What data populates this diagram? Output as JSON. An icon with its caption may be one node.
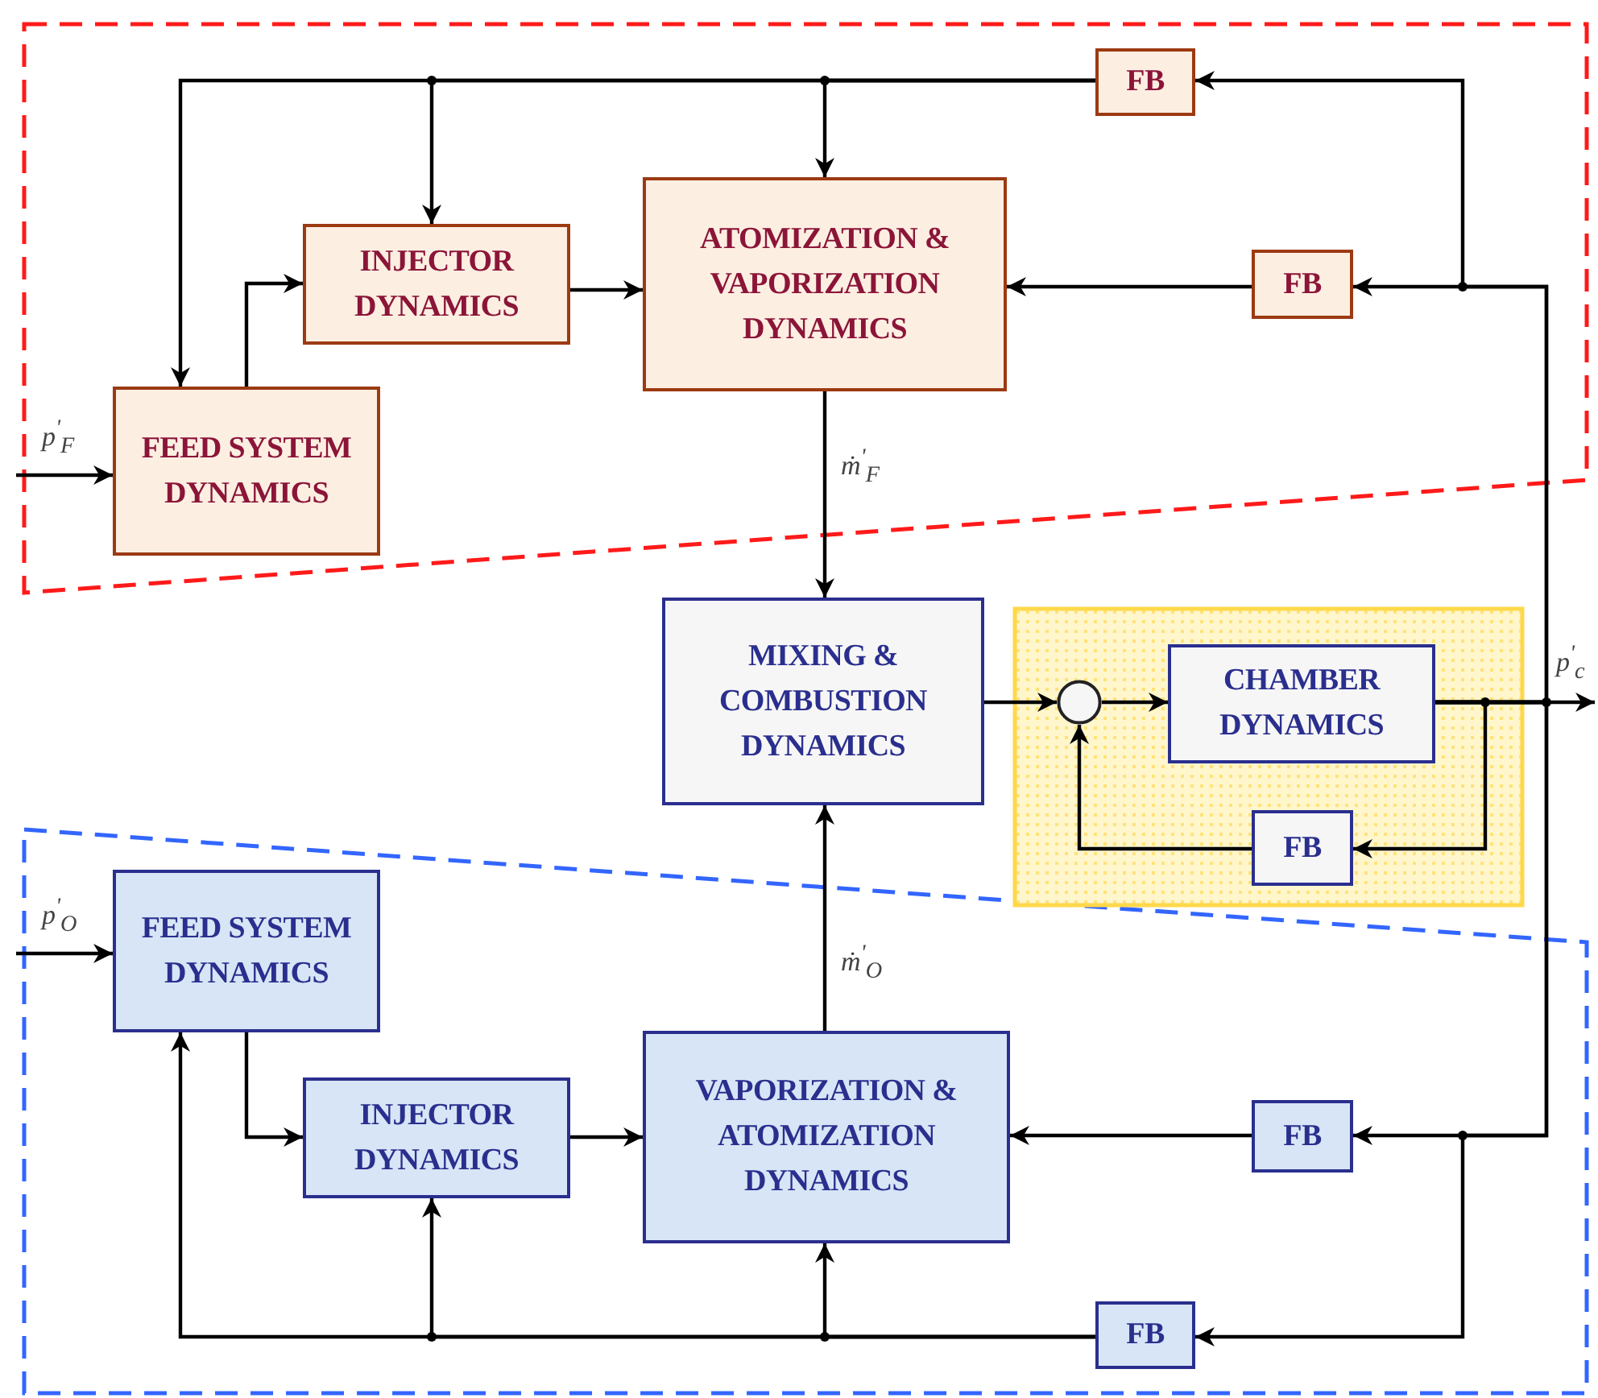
{
  "diagram": {
    "nodes": [
      {
        "text": [
          "FEED SYSTEM DYNAMICS"
        ]
      },
      {
        "text": [
          "INJECTOR DYNAMICS"
        ]
      },
      {
        "text": [
          "ATOMIZATION & VAPORIZATION DYNAMICS"
        ]
      },
      {
        "text": [
          "FB"
        ]
      },
      {
        "text": [
          "FB"
        ]
      },
      {
        "text": [
          "MIXING & COMBUSTION DYNAMICS"
        ]
      },
      {
        "text": [],
        "shape": "circle"
      },
      {
        "text": [
          "CHAMBER DYNAMICS"
        ]
      },
      {
        "text": [
          "FB"
        ]
      },
      {
        "text": [
          "FEED SYSTEM DYNAMICS"
        ]
      },
      {
        "text": [
          "INJECTOR DYNAMICS"
        ]
      },
      {
        "text": [
          "VAPORIZATION & ATOMIZATION DYNAMICS"
        ]
      },
      {
        "text": [
          "FB"
        ]
      },
      {
        "text": [
          "FB"
        ]
      }
    ],
    "edges": [
      {
        "from": null,
        "to": 0,
        "arrow": "to",
        "label": "p$^{'}$$_{F}$"
      },
      {
        "from": 0,
        "to": 1,
        "arrow": "to"
      },
      {
        "from": 1,
        "to": 2,
        "arrow": "to"
      },
      {
        "from": 2,
        "to": 5,
        "arrow": "to",
        "label": "ṁ$^{'}$$_{F}$"
      },
      {
        "from": 5,
        "to": 6,
        "arrow": "to"
      },
      {
        "from": 6,
        "to": 7,
        "arrow": "to"
      },
      {
        "from": 7,
        "to": null,
        "arrow": "to",
        "label": "p$^{'}$$_{c}$"
      },
      {
        "from": 7,
        "to": 8,
        "arrow": "to"
      },
      {
        "from": 8,
        "to": 6,
        "arrow": "to"
      },
      {
        "from": 7,
        "to": 4,
        "arrow": "to"
      },
      {
        "from": 7,
        "to": 3,
        "arrow": "to"
      },
      {
        "from": 7,
        "to": 12,
        "arrow": "to"
      },
      {
        "from": 7,
        "to": 13,
        "arrow": "to"
      },
      {
        "from": 4,
        "to": 2,
        "arrow": "to"
      },
      {
        "from": 3,
        "to": 2,
        "arrow": "to"
      },
      {
        "from": 3,
        "to": 1,
        "arrow": "to"
      },
      {
        "from": 3,
        "to": 0,
        "arrow": "to"
      },
      {
        "from": null,
        "to": 9,
        "arrow": "to",
        "label": "p$^{'}$$_{O}$"
      },
      {
        "from": 9,
        "to": 10,
        "arrow": "to"
      },
      {
        "from": 10,
        "to": 11,
        "arrow": "to"
      },
      {
        "from": 11,
        "to": 5,
        "arrow": "to",
        "label": "ṁ$^{'}$$_{O}$"
      },
      {
        "from": 12,
        "to": 11,
        "arrow": "to"
      },
      {
        "from": 13,
        "to": 11,
        "arrow": "to"
      },
      {
        "from": 13,
        "to": 10,
        "arrow": "to"
      },
      {
        "from": 13,
        "to": 9,
        "arrow": "to"
      }
    ]
  }
}
